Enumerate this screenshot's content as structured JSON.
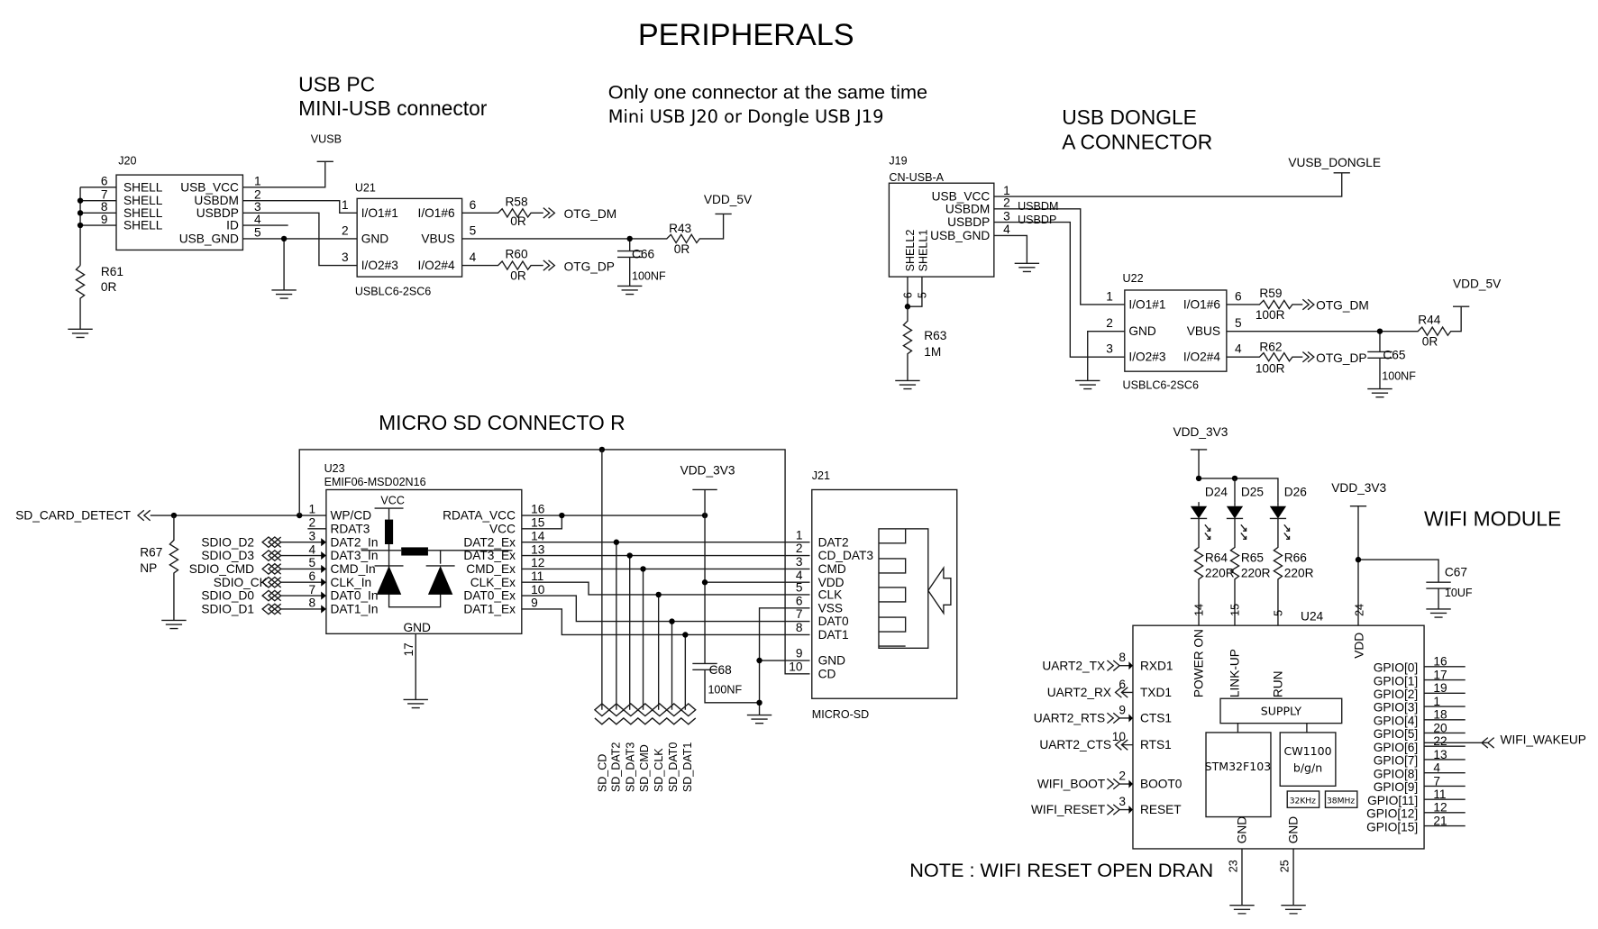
{
  "title": "PERIPHERALS",
  "note_connector": {
    "line1": "Only one connector at the same time",
    "line2": "Mini USB J20 or Dongle USB J19"
  },
  "usb_pc": {
    "heading1": "USB PC",
    "heading2": "MINI-USB connector",
    "power_net": "VUSB",
    "j20": {
      "ref": "J20",
      "left_pins": [
        {
          "num": "6",
          "name": "SHELL"
        },
        {
          "num": "7",
          "name": "SHELL"
        },
        {
          "num": "8",
          "name": "SHELL"
        },
        {
          "num": "9",
          "name": "SHELL"
        }
      ],
      "right_pins": [
        {
          "num": "1",
          "name": "USB_VCC"
        },
        {
          "num": "2",
          "name": "USBDM"
        },
        {
          "num": "3",
          "name": "USBDP"
        },
        {
          "num": "4",
          "name": "ID"
        },
        {
          "num": "5",
          "name": "USB_GND"
        }
      ]
    },
    "r61": {
      "ref": "R61",
      "value": "0R"
    },
    "u21": {
      "ref": "U21",
      "part": "USBLC6-2SC6",
      "left_pins": [
        {
          "num": "1",
          "name": "I/O1#1"
        },
        {
          "num": "2",
          "name": "GND"
        },
        {
          "num": "3",
          "name": "I/O2#3"
        }
      ],
      "right_pins": [
        {
          "num": "6",
          "name": "I/O1#6"
        },
        {
          "num": "5",
          "name": "VBUS"
        },
        {
          "num": "4",
          "name": "I/O2#4"
        }
      ]
    },
    "r58": {
      "ref": "R58",
      "value": "0R"
    },
    "r60": {
      "ref": "R60",
      "value": "0R"
    },
    "r43": {
      "ref": "R43",
      "value": "0R"
    },
    "c66": {
      "ref": "C66",
      "value": "100NF"
    },
    "otg_dm": "OTG_DM",
    "otg_dp": "OTG_DP",
    "vdd": "VDD_5V"
  },
  "usb_dongle": {
    "heading1": "USB DONGLE",
    "heading2": "A  CONNECTOR",
    "power_net": "VUSB_DONGLE",
    "j19": {
      "ref": "J19",
      "part": "CN-USB-A",
      "right_pins": [
        {
          "num": "1",
          "name": "USB_VCC",
          "net": ""
        },
        {
          "num": "2",
          "name": "USBDM",
          "net": "USBDM"
        },
        {
          "num": "3",
          "name": "USBDP",
          "net": "USBDP"
        },
        {
          "num": "4",
          "name": "USB_GND",
          "net": ""
        }
      ],
      "shell_pins": [
        {
          "num": "6",
          "name": "SHELL2"
        },
        {
          "num": "5",
          "name": "SHELL1"
        }
      ]
    },
    "r63": {
      "ref": "R63",
      "value": "1M"
    },
    "u22": {
      "ref": "U22",
      "part": "USBLC6-2SC6",
      "left_pins": [
        {
          "num": "1",
          "name": "I/O1#1"
        },
        {
          "num": "2",
          "name": "GND"
        },
        {
          "num": "3",
          "name": "I/O2#3"
        }
      ],
      "right_pins": [
        {
          "num": "6",
          "name": "I/O1#6"
        },
        {
          "num": "5",
          "name": "VBUS"
        },
        {
          "num": "4",
          "name": "I/O2#4"
        }
      ]
    },
    "r59": {
      "ref": "R59",
      "value": "100R"
    },
    "r62": {
      "ref": "R62",
      "value": "100R"
    },
    "r44": {
      "ref": "R44",
      "value": "0R"
    },
    "c65": {
      "ref": "C65",
      "value": "100NF"
    },
    "otg_dm": "OTG_DM",
    "otg_dp": "OTG_DP",
    "vdd": "VDD_5V"
  },
  "micro_sd": {
    "heading": "MICRO SD CONNECTO R",
    "sd_card_detect": "SD_CARD_DETECT",
    "r67": {
      "ref": "R67",
      "value": "NP"
    },
    "inputs": [
      "SDIO_D2",
      "SDIO_D3",
      "SDIO_CMD",
      "SDIO_CK",
      "SDIO_D0",
      "SDIO_D1"
    ],
    "u23": {
      "ref": "U23",
      "part": "EMIF06-MSD02N16",
      "vcc_label": "VCC",
      "gnd_label": "GND",
      "gnd_pin": "17",
      "left_pins": [
        {
          "num": "1",
          "name": "WP/CD"
        },
        {
          "num": "2",
          "name": "RDAT3"
        },
        {
          "num": "3",
          "name": "DAT2_In"
        },
        {
          "num": "4",
          "name": "DAT3_In"
        },
        {
          "num": "5",
          "name": "CMD_In"
        },
        {
          "num": "6",
          "name": "CLK_In"
        },
        {
          "num": "7",
          "name": "DAT0_In"
        },
        {
          "num": "8",
          "name": "DAT1_In"
        }
      ],
      "right_pins": [
        {
          "num": "16",
          "name": "RDATA_VCC"
        },
        {
          "num": "15",
          "name": "VCC"
        },
        {
          "num": "14",
          "name": "DAT2_Ex"
        },
        {
          "num": "13",
          "name": "DAT3_Ex"
        },
        {
          "num": "12",
          "name": "CMD_Ex"
        },
        {
          "num": "11",
          "name": "CLK_Ex"
        },
        {
          "num": "10",
          "name": "DAT0_Ex"
        },
        {
          "num": "9",
          "name": "DAT1_Ex"
        }
      ]
    },
    "vdd": "VDD_3V3",
    "c68": {
      "ref": "C68",
      "value": "100NF"
    },
    "bus_labels": [
      "SD_CD",
      "SD_DAT2",
      "SD_DAT3",
      "SD_CMD",
      "SD_CLK",
      "SD_DAT0",
      "SD_DAT1"
    ],
    "j21": {
      "ref": "J21",
      "part": "MICRO-SD",
      "pins": [
        {
          "num": "1",
          "name": "DAT2"
        },
        {
          "num": "2",
          "name": "CD_DAT3"
        },
        {
          "num": "3",
          "name": "CMD"
        },
        {
          "num": "4",
          "name": "VDD"
        },
        {
          "num": "5",
          "name": "CLK"
        },
        {
          "num": "6",
          "name": "VSS"
        },
        {
          "num": "7",
          "name": "DAT0"
        },
        {
          "num": "8",
          "name": "DAT1"
        },
        {
          "num": "9",
          "name": "GND"
        },
        {
          "num": "10",
          "name": "CD"
        }
      ]
    }
  },
  "wifi": {
    "heading": "WIFI MODULE",
    "vdd_led": "VDD_3V3",
    "vdd_mod": "VDD_3V3",
    "leds": [
      {
        "ref": "D24",
        "res_ref": "R64",
        "res_value": "220R",
        "pin": "14",
        "pin_name": "POWER ON"
      },
      {
        "ref": "D25",
        "res_ref": "R65",
        "res_value": "220R",
        "pin": "15",
        "pin_name": "LINK-UP"
      },
      {
        "ref": "D26",
        "res_ref": "R66",
        "res_value": "220R",
        "pin": "5",
        "pin_name": "RUN"
      }
    ],
    "c67": {
      "ref": "C67",
      "value": "10UF"
    },
    "u24": {
      "ref": "U24",
      "vdd_pin": "24",
      "vdd_name": "VDD",
      "left_pins": [
        {
          "num": "8",
          "name": "RXD1",
          "net": "UART2_TX",
          "dir": "in"
        },
        {
          "num": "6",
          "name": "TXD1",
          "net": "UART2_RX",
          "dir": "out"
        },
        {
          "num": "9",
          "name": "CTS1",
          "net": "UART2_RTS",
          "dir": "in"
        },
        {
          "num": "10",
          "name": "RTS1",
          "net": "UART2_CTS",
          "dir": "out"
        },
        {
          "num": "2",
          "name": "BOOT0",
          "net": "WIFI_BOOT",
          "dir": "in"
        },
        {
          "num": "3",
          "name": "RESET",
          "net": "WIFI_RESET",
          "dir": "in"
        }
      ],
      "right_pins": [
        {
          "num": "16",
          "name": "GPIO[0]"
        },
        {
          "num": "17",
          "name": "GPIO[1]"
        },
        {
          "num": "19",
          "name": "GPIO[2]"
        },
        {
          "num": "1",
          "name": "GPIO[3]"
        },
        {
          "num": "18",
          "name": "GPIO[4]"
        },
        {
          "num": "20",
          "name": "GPIO[5]"
        },
        {
          "num": "22",
          "name": "GPIO[6]"
        },
        {
          "num": "13",
          "name": "GPIO[7]"
        },
        {
          "num": "4",
          "name": "GPIO[8]"
        },
        {
          "num": "7",
          "name": "GPIO[9]"
        },
        {
          "num": "11",
          "name": "GPIO[11]"
        },
        {
          "num": "12",
          "name": "GPIO[12]"
        },
        {
          "num": "21",
          "name": "GPIO[15]"
        }
      ],
      "wakeup_net": "WIFI_WAKEUP",
      "gnd_pins": [
        {
          "num": "23",
          "name": "GND"
        },
        {
          "num": "25",
          "name": "GND"
        }
      ],
      "blocks": {
        "supply": "SUPPLY",
        "mcu": "STM32F103",
        "radio1": "CW1100",
        "radio2": "b/g/n",
        "xtal1": "32KHz",
        "xtal2": "38MHz"
      }
    },
    "note": "NOTE : WIFI RESET OPEN DRAN"
  }
}
